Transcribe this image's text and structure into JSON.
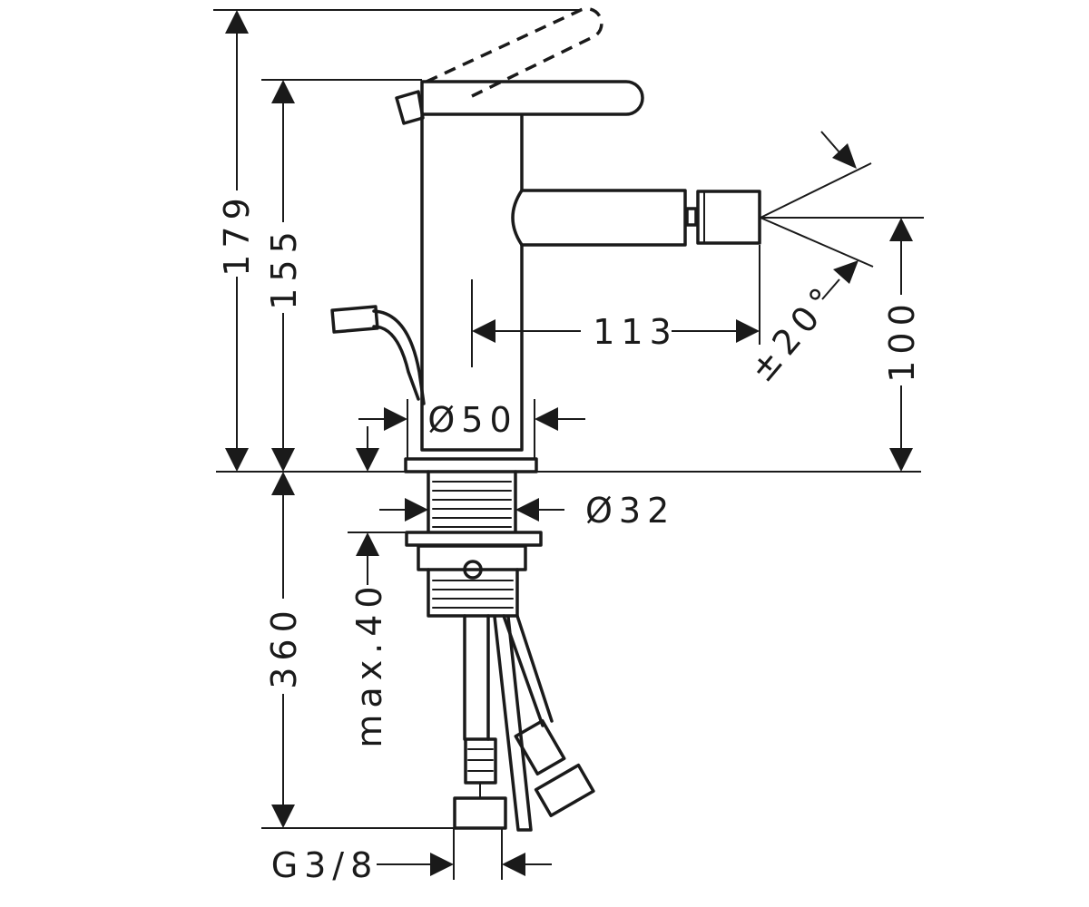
{
  "dimensions": {
    "total_height": "179",
    "lever_height": "155",
    "spout_height": "100",
    "spout_reach": "113",
    "spray_angle": "±20°",
    "body_diameter": "Ø50",
    "shank_diameter": "Ø32",
    "below_deck_length": "360",
    "max_deck_thickness": "max.40",
    "connection_thread": "G3/8"
  }
}
